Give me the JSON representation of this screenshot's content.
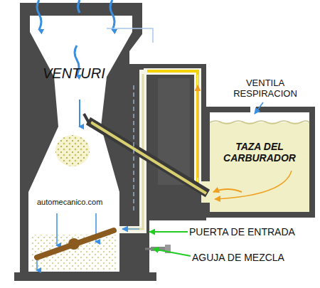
{
  "diagram": {
    "labels": [
      "VENTURI",
      "VENTILA RESPIRACION",
      "TAZA DEL CARBURADOR",
      "automecanico.com",
      "PUERTA DE ENTRADA",
      "AGUJA DE MEZCLA"
    ]
  }
}
